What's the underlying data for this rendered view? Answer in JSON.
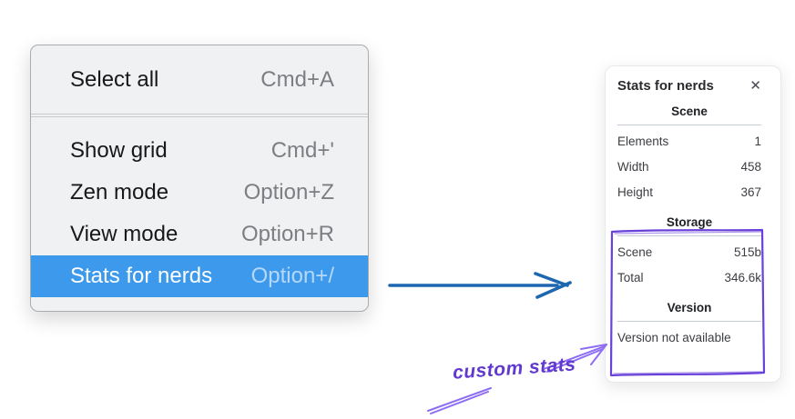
{
  "context_menu": {
    "background": "#f0f1f3",
    "highlight_color": "#3d99ec",
    "sections": [
      {
        "items": [
          {
            "label": "Select all",
            "shortcut": "Cmd+A"
          }
        ]
      },
      {
        "items": [
          {
            "label": "Show grid",
            "shortcut": "Cmd+'"
          },
          {
            "label": "Zen mode",
            "shortcut": "Option+Z"
          },
          {
            "label": "View mode",
            "shortcut": "Option+R"
          },
          {
            "label": "Stats for nerds",
            "shortcut": "Option+/"
          }
        ]
      }
    ]
  },
  "stats_panel": {
    "title": "Stats for nerds",
    "close_icon": "✕",
    "sections": [
      {
        "header": "Scene",
        "rows": [
          {
            "label": "Elements",
            "value": "1"
          },
          {
            "label": "Width",
            "value": "458"
          },
          {
            "label": "Height",
            "value": "367"
          }
        ]
      },
      {
        "header": "Storage",
        "rows": [
          {
            "label": "Scene",
            "value": "515b"
          },
          {
            "label": "Total",
            "value": "346.6k"
          }
        ]
      },
      {
        "header": "Version",
        "note": "Version not available"
      }
    ]
  },
  "annotations": {
    "label": "custom stats",
    "label_color": "#6139cf",
    "box_color": "#6741d9",
    "arrow_color": "#8d6df3",
    "flow_arrow_color": "#1c67b0"
  }
}
